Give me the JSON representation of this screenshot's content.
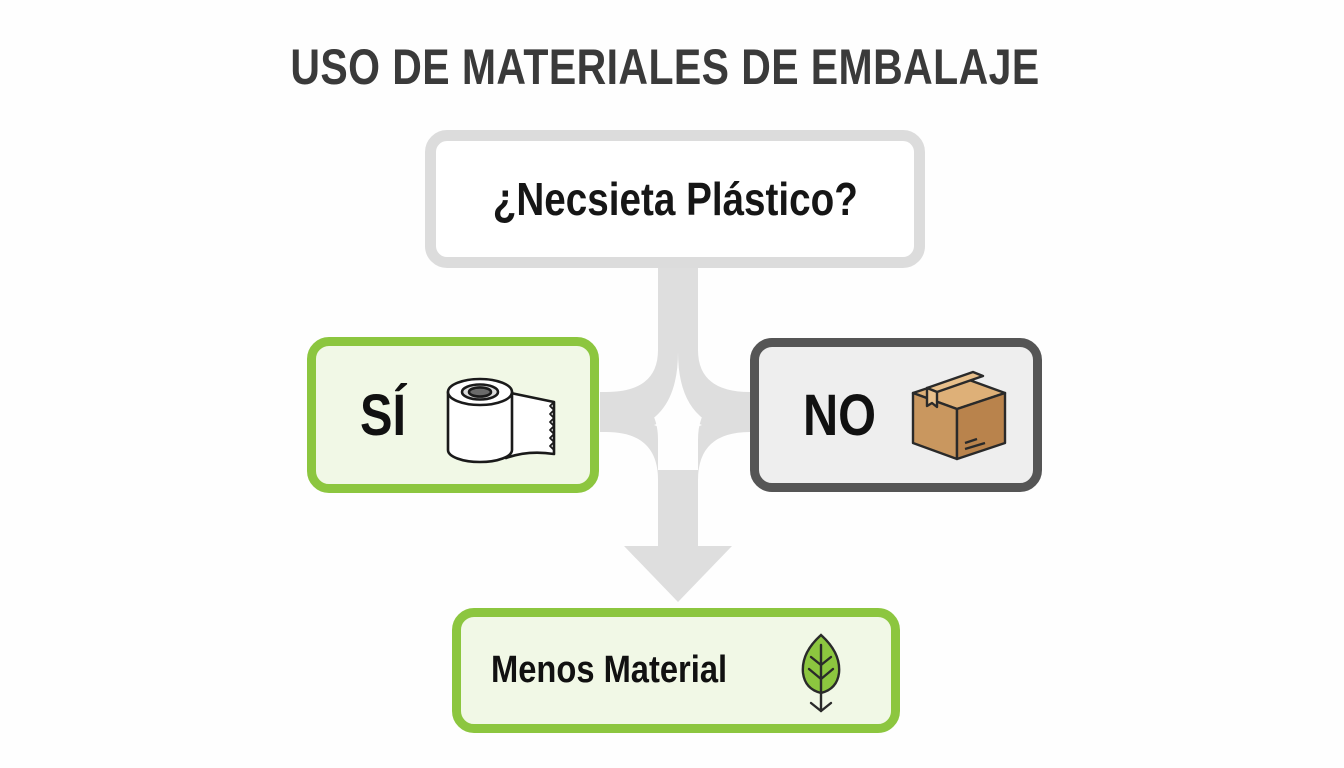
{
  "diagram": {
    "title": "USO DE MATERIALES DE EMBALAJE",
    "question": "¿Necsieta Plástico?",
    "yes": {
      "label": "SÍ",
      "icon": "tape-roll-icon"
    },
    "no": {
      "label": "NO",
      "icon": "cardboard-box-icon"
    },
    "result": {
      "label": "Menos Material",
      "icon": "leaf-icon"
    }
  },
  "colors": {
    "accent_green": "#8cc63f",
    "dark_gray": "#555555",
    "connector_gray": "#dedede",
    "title_text": "#3a3a3a",
    "box_brown": "#c9975f"
  }
}
